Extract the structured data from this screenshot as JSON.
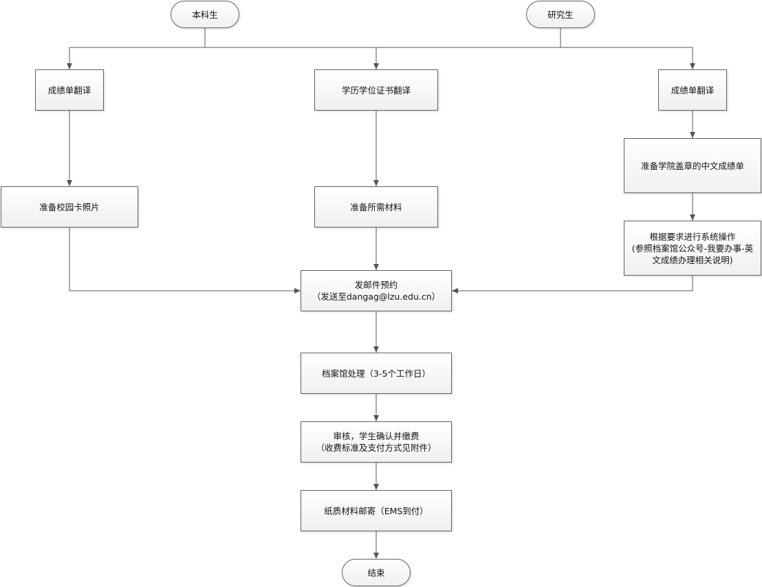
{
  "colors": {
    "stroke": "#5e5e5e",
    "fill_top": "#ffffff",
    "fill_bottom": "#f0f0f0"
  },
  "nodes": {
    "start_undergrad": "本科生",
    "start_grad": "研究生",
    "ug_transcript": "成绩单翻译",
    "degree_translation": "学历学位证书翻译",
    "grad_transcript": "成绩单翻译",
    "campus_photo": "准备校园卡照片",
    "materials": "准备所需材料",
    "college_transcript": "准备学院盖章的中文成绩单",
    "system_op": {
      "line1": "根据要求进行系统操作",
      "line2": "(参照档案馆公众号-我要办事-英",
      "line3": "文成绩办理相关说明)"
    },
    "email": {
      "line1": "发邮件预约",
      "line2": "（发送至dangag@lzu.edu.cn）"
    },
    "processing": "档案馆处理（3-5个工作日）",
    "review": {
      "line1": "审核，学生确认并缴费",
      "line2": "（收费标准及支付方式见附件）"
    },
    "mail": "纸质材料邮寄（EMS到付）",
    "end": "结束"
  }
}
